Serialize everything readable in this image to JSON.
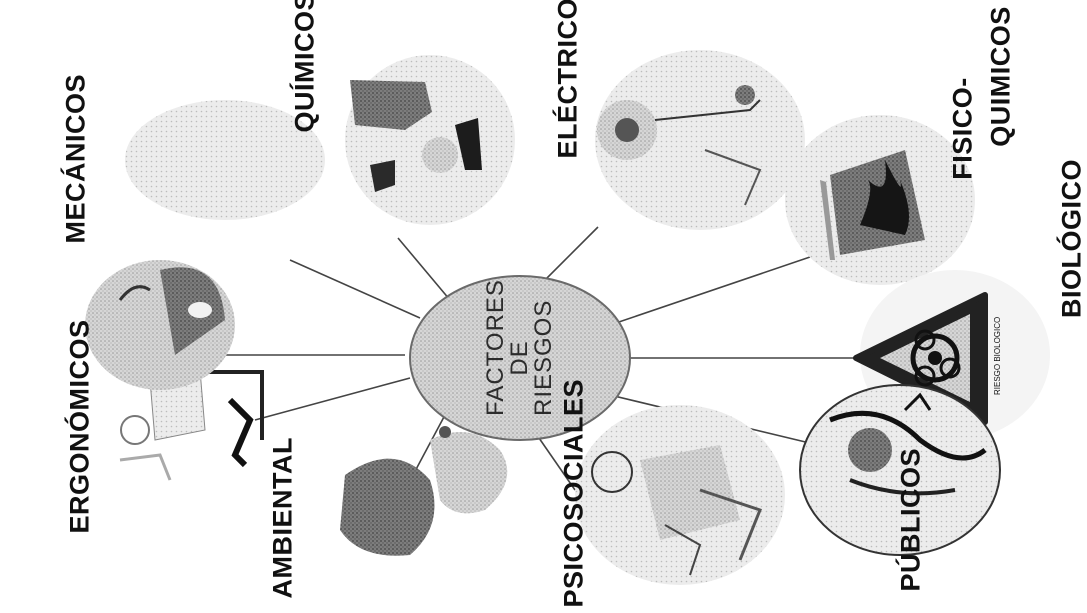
{
  "center": {
    "line1": "FACTORES",
    "line2": "DE",
    "line3": "RIESGOS"
  },
  "factors": [
    {
      "id": "quimicos",
      "label": "QUÍMICOS",
      "icon": "chemical-hazard-icon"
    },
    {
      "id": "electricos",
      "label": "ELÉCTRICOS",
      "icon": "electric-hazard-icon"
    },
    {
      "id": "fisico-quimicos",
      "label_line1": "FISICO-",
      "label_line2": "QUIMICOS",
      "icon": "fire-hazard-icon"
    },
    {
      "id": "biologico",
      "label": "BIOLÓGICO",
      "icon": "biohazard-icon",
      "sign_text": "RIESGO BIOLOGICO"
    },
    {
      "id": "publicos",
      "label": "PÚBLICOS",
      "icon": "public-risk-icon"
    },
    {
      "id": "psicosociales",
      "label": "PSICOSOCIALES",
      "icon": "psychosocial-icon"
    },
    {
      "id": "ambiental",
      "label": "AMBIENTAL",
      "icon": "environmental-icon"
    },
    {
      "id": "ergonomicos",
      "label": "ERGONÓMICOS",
      "icon": "ergonomic-icon"
    },
    {
      "id": "mecanicos",
      "label": "MECÁNICOS",
      "icon": "mechanical-hazard-icon"
    }
  ],
  "colors": {
    "ink": "#111111",
    "line": "#444444",
    "ellipse_fill": "#c9c9c9",
    "ellipse_stroke": "#6a6a6a",
    "image_fill": "#bdbdbd"
  }
}
